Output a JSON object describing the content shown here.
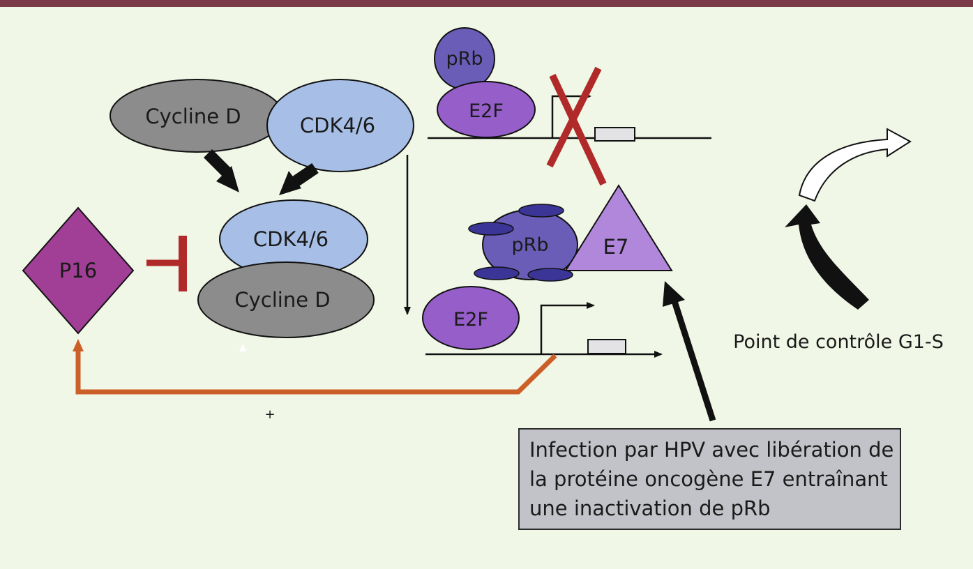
{
  "colors": {
    "background": "#f1f7e6",
    "top_bar": "#7b3a47",
    "cycline_gray": "#8c8c8c",
    "cdk_blue": "#a7bfe6",
    "prb_purple": "#6a5db8",
    "e2f_purple": "#955ec9",
    "e7_lilac": "#b087db",
    "p16_magenta": "#a13f96",
    "inhibit_red": "#b02a2a",
    "feedback_orange": "#cc5f28",
    "box_gray": "#c2c3c8"
  },
  "labels": {
    "cycline_d": "Cycline D",
    "cdk46": "CDK4/6",
    "p16": "P16",
    "prb": "pRb",
    "e2f": "E2F",
    "e7": "E7",
    "plus": "+",
    "checkpoint": "Point de contrôle G1-S"
  },
  "info_box": {
    "lines": [
      "Infection par HPV avec libération de",
      "la protéine oncogène E7 entraînant",
      "une inactivation de pRb"
    ]
  }
}
